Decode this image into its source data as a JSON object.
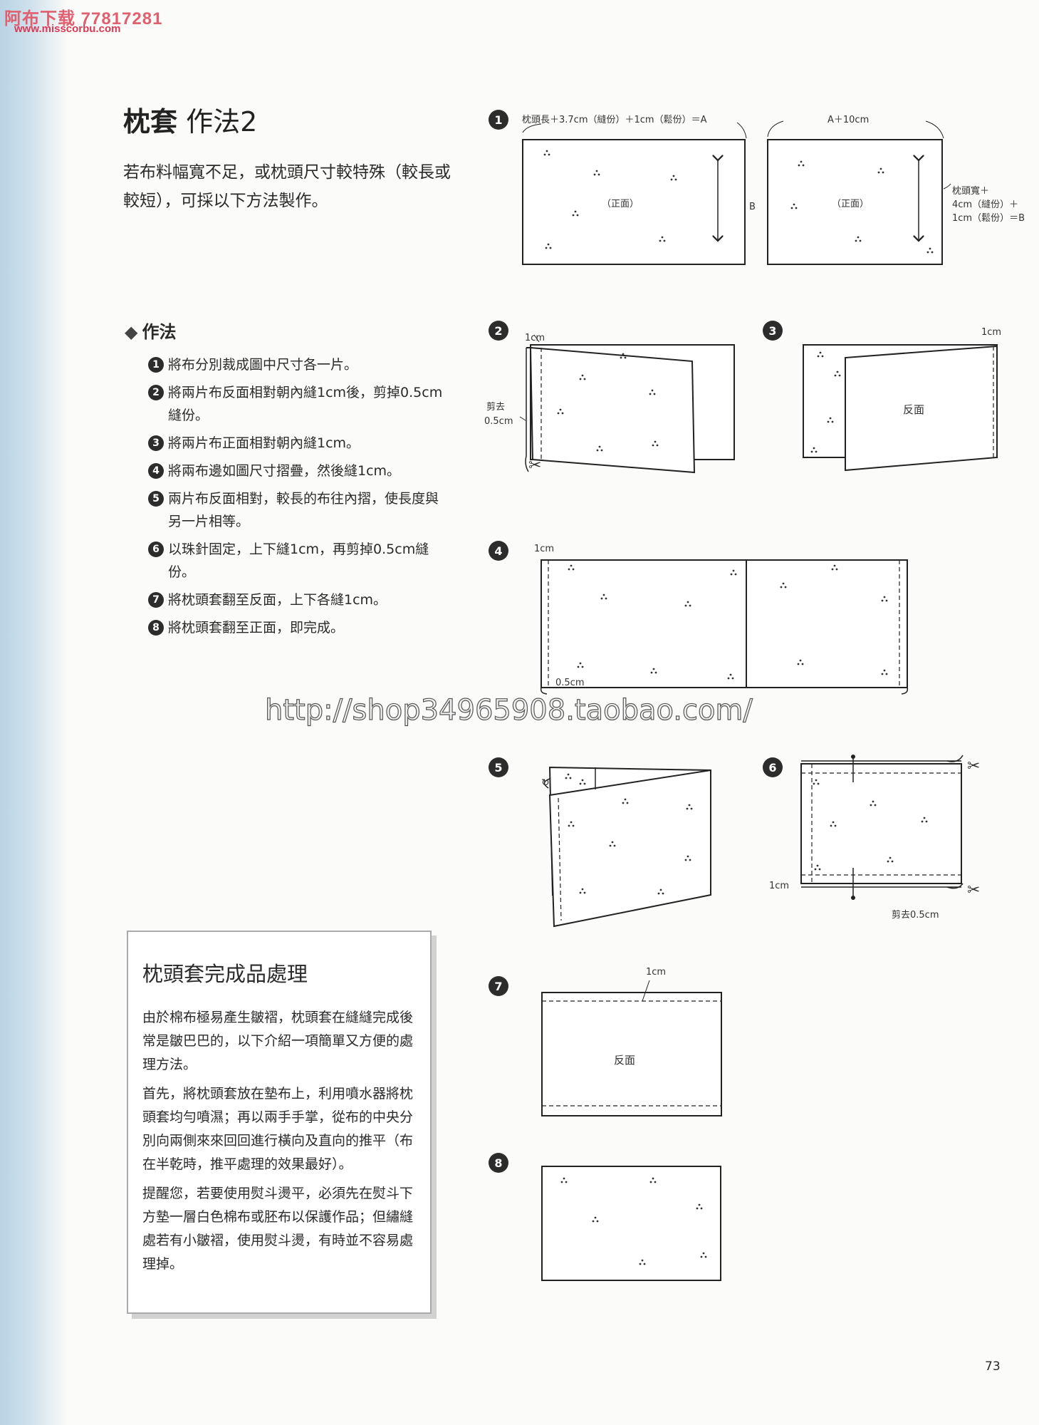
{
  "watermark": {
    "top": "阿布下载 77817281",
    "site": "www.misscorbu.com"
  },
  "title": {
    "main": "枕套",
    "sub": "作法2"
  },
  "intro": "若布料幅寬不足，或枕頭尺寸較特殊（較長或較短），可採以下方法製作。",
  "method_heading": "作法",
  "steps": [
    {
      "n": "1",
      "text": "將布分別裁成圖中尺寸各一片。"
    },
    {
      "n": "2",
      "text": "將兩片布反面相對朝內縫1cm後，剪掉0.5cm縫份。"
    },
    {
      "n": "3",
      "text": "將兩片布正面相對朝內縫1cm。"
    },
    {
      "n": "4",
      "text": "將兩布邊如圖尺寸摺疊，然後縫1cm。"
    },
    {
      "n": "5",
      "text": "兩片布反面相對，較長的布往內摺，使長度與另一片相等。"
    },
    {
      "n": "6",
      "text": "以珠針固定，上下縫1cm，再剪掉0.5cm縫份。"
    },
    {
      "n": "7",
      "text": "將枕頭套翻至反面，上下各縫1cm。"
    },
    {
      "n": "8",
      "text": "將枕頭套翻至正面，即完成。"
    }
  ],
  "box": {
    "title": "枕頭套完成品處理",
    "paragraphs": [
      "由於棉布極易產生皺褶，枕頭套在縫縫完成後常是皺巴巴的，以下介紹一項簡單又方便的處理方法。",
      "首先，將枕頭套放在墊布上，利用噴水器將枕頭套均勻噴濕；再以兩手手掌，從布的中央分別向兩側來來回回進行橫向及直向的推平（布在半乾時，推平處理的效果最好）。",
      "提醒您，若要使用熨斗燙平，必須先在熨斗下方墊一層白色棉布或胚布以保護作品；但繡縫處若有小皺褶，使用熨斗燙，有時並不容易處理掉。"
    ]
  },
  "diagram_labels": {
    "d1_top_left": "枕頭長＋3.7cm（縫份）＋1cm（鬆份）＝A",
    "d1_top_right": "A＋10cm",
    "d1_front_left": "（正面）",
    "d1_front_right": "（正面）",
    "d1_b": "B",
    "d1_side_1": "枕頭寬＋",
    "d1_side_2": "4cm（縫份）＋",
    "d1_side_3": "1cm（鬆份）＝B",
    "d2_1cm": "1cm",
    "d2_cut_1": "剪去",
    "d2_cut_2": "0.5cm",
    "d3_1cm": "1cm",
    "d3_back": "反面",
    "d4_1cm": "1cm",
    "d4_05cm": "0.5cm",
    "d6_1cm": "1cm",
    "d6_cut": "剪去0.5cm",
    "d7_1cm": "1cm",
    "d7_back": "反面"
  },
  "diagram_numbers": [
    "1",
    "2",
    "3",
    "4",
    "5",
    "6",
    "7",
    "8"
  ],
  "url_watermark": "http://shop34965908.taobao.com/",
  "page_number": "73",
  "icons": [
    "scissors-icon",
    "diamond-bullet-icon",
    "fold-arrow-icon"
  ]
}
